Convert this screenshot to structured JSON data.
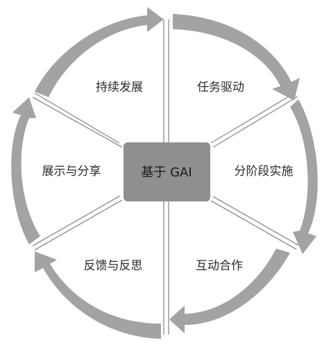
{
  "diagram": {
    "center": {
      "label": "基于 GAI"
    },
    "segments": [
      {
        "id": "task-driven",
        "label": "任务驱动"
      },
      {
        "id": "phased-implementation",
        "label": "分阶段实施"
      },
      {
        "id": "interactive-cooperation",
        "label": "互动合作"
      },
      {
        "id": "feedback-reflection",
        "label": "反馈与反思"
      },
      {
        "id": "display-sharing",
        "label": "展示与分享"
      },
      {
        "id": "sustainable-development",
        "label": "持续发展"
      }
    ],
    "colors": {
      "arrow": "#a3a3a3",
      "center_box": "#8f8f8f",
      "line": "#8a8a8a",
      "text": "#2a2a2a"
    }
  }
}
